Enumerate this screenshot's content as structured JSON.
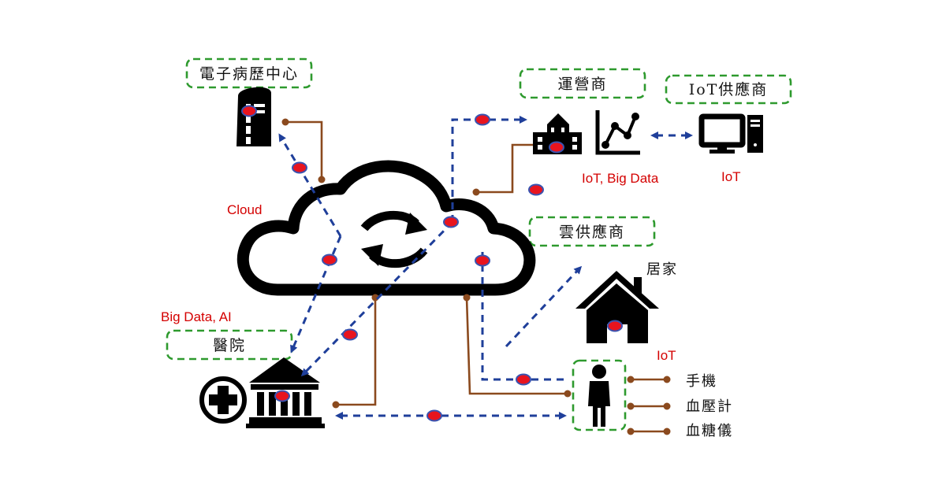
{
  "boxes": {
    "ehr_center": "電子病歷中心",
    "operator": "運營商",
    "iot_supplier": "IoT供應商",
    "cloud_supplier": "雲供應商",
    "hospital": "醫院"
  },
  "labels": {
    "home": "居家",
    "phone": "手機",
    "blood_pressure": "血壓計",
    "glucose": "血糖儀"
  },
  "red_labels": {
    "cloud": "Cloud",
    "operator_tech": "IoT, Big Data",
    "supplier_tech": "IoT",
    "hospital_tech": "Big Data, AI",
    "home_tech": "IoT"
  },
  "icons": {
    "ehr_center": "server-tower-icon",
    "operator_building": "building-icon",
    "analytics": "line-chart-icon",
    "computer": "desktop-computer-icon",
    "cloud": "cloud-sync-icon",
    "medical_cross": "medical-cross-icon",
    "hospital": "hospital-building-icon",
    "home": "house-icon",
    "person": "person-icon"
  },
  "colors": {
    "box_border": "#2e9a2e",
    "data_flow": "#1f3f9a",
    "connection": "#8b4a1e",
    "node": "#e8141e",
    "tech_text": "#d40000"
  }
}
